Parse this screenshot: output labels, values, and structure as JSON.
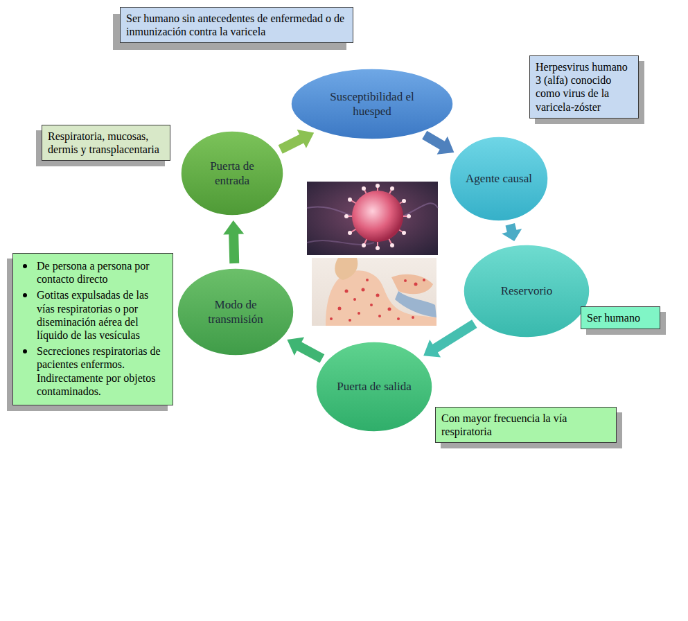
{
  "diagram": {
    "nodes": [
      {
        "text": [
          "Ser humano sin antecedentes de enfermedad o de inmunización contra la varicela"
        ]
      },
      {
        "text": [
          "Susceptibilidad el huesped"
        ]
      },
      {
        "text": [
          "Herpesvirus humano 3 (alfa) conocido como virus de la varicela-zóster"
        ]
      },
      {
        "text": [
          "Agente causal"
        ]
      },
      {
        "text": [
          "Respiratoria, mucosas, dermis y transplacentaria"
        ]
      },
      {
        "text": [
          "Puerta de entrada"
        ]
      },
      {
        "text": [
          "Reservorio"
        ]
      },
      {
        "text": [
          "Ser humano"
        ]
      },
      {
        "text": [
          "Modo de transmisión"
        ]
      },
      {
        "text": [
          "De persona a persona por contacto directo",
          "Gotitas expulsadas de las vías respiratorias o por diseminación aérea del líquido de las vesículas",
          "Secreciones respiratorias de pacientes enfermos. Indirectamente por objetos contaminados."
        ]
      },
      {
        "text": [
          "Puerta de salida"
        ]
      },
      {
        "text": [
          "Con mayor frecuencia la vía respiratoria"
        ]
      }
    ],
    "edges": [
      {
        "from": 1,
        "to": 3,
        "arrow": "to"
      },
      {
        "from": 3,
        "to": 6,
        "arrow": "to"
      },
      {
        "from": 6,
        "to": 10,
        "arrow": "to"
      },
      {
        "from": 10,
        "to": 8,
        "arrow": "to"
      },
      {
        "from": 8,
        "to": 5,
        "arrow": "to"
      },
      {
        "from": 5,
        "to": 1,
        "arrow": "to"
      }
    ]
  }
}
